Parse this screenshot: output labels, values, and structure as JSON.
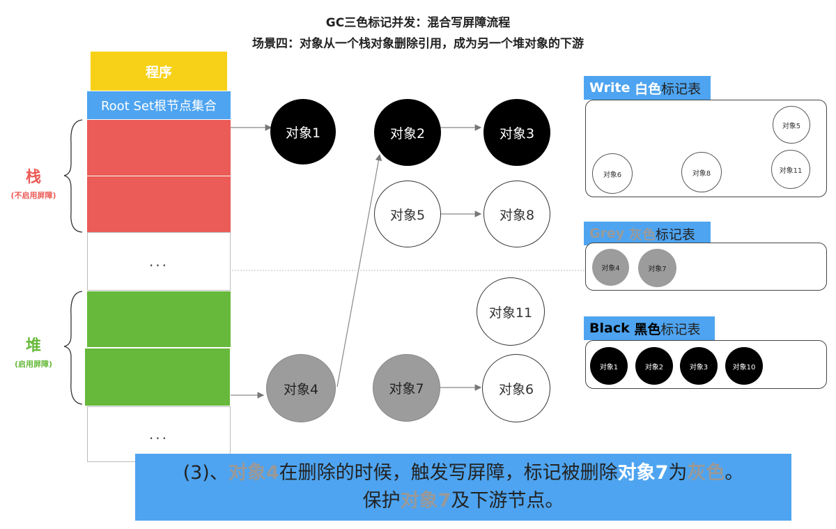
{
  "title": "GC三色标记并发：混合写屏障流程",
  "subtitle": "场景四：对象从一个栈对象删除引用，成为另一个堆对象的下游",
  "program_label": "程序",
  "root_set_label": "Root Set根节点集合",
  "ellipsis": "...",
  "stack": {
    "label": "栈",
    "note": "(不启用屏障)",
    "color": "#eb5b57"
  },
  "heap": {
    "label": "堆",
    "note": "(启用屏障)",
    "color": "#67b93b"
  },
  "nodes": {
    "obj1": "对象1",
    "obj2": "对象2",
    "obj3": "对象3",
    "obj5": "对象5",
    "obj8": "对象8",
    "obj11": "对象11",
    "obj4": "对象4",
    "obj7": "对象7",
    "obj6": "对象6"
  },
  "tables": {
    "white": {
      "en": "Write",
      "cn_color": "白色",
      "suffix": "标记表",
      "items": [
        "对象5",
        "对象6",
        "对象8",
        "对象11"
      ]
    },
    "grey": {
      "en": "Grey",
      "cn_color": "灰色",
      "suffix": "标记表",
      "items": [
        "对象4",
        "对象7"
      ]
    },
    "black": {
      "en": "Black",
      "cn_color": "黑色",
      "suffix": "标记表",
      "items": [
        "对象1",
        "对象2",
        "对象3",
        "对象10"
      ]
    }
  },
  "caption": {
    "l1_a": "(3)、",
    "l1_b": "对象4",
    "l1_c": "在删除的时候，触发写屏障，标记被删除",
    "l1_d": "对象7",
    "l1_e": "为",
    "l1_f": "灰色",
    "l1_g": "。",
    "l2_a": "保护",
    "l2_b": "对象7",
    "l2_c": "及下游节点。"
  }
}
